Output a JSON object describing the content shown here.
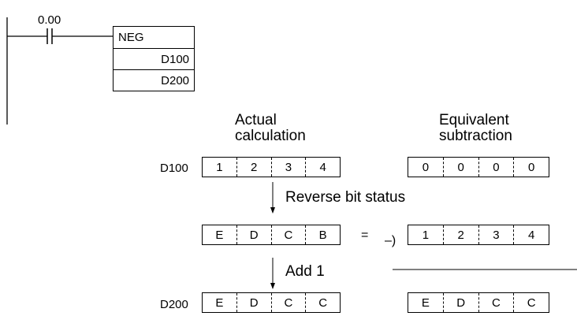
{
  "ladder": {
    "contact_address": "0.00",
    "instruction": "NEG",
    "operands": [
      "D100",
      "D200"
    ]
  },
  "headings": {
    "actual": [
      "Actual",
      "calculation"
    ],
    "equivalent": [
      "Equivalent",
      "subtraction"
    ]
  },
  "rows": {
    "source_label": "D100",
    "source": [
      "1",
      "2",
      "3",
      "4"
    ],
    "step1_label": "Reverse bit status",
    "reversed": [
      "E",
      "D",
      "C",
      "B"
    ],
    "equals": "=",
    "dest_label": "D200",
    "step2_label": "Add 1",
    "result": [
      "E",
      "D",
      "C",
      "C"
    ]
  },
  "equivalent": {
    "minuend": [
      "0",
      "0",
      "0",
      "0"
    ],
    "minus_sign": "–)",
    "subtrahend": [
      "1",
      "2",
      "3",
      "4"
    ],
    "difference": [
      "E",
      "D",
      "C",
      "C"
    ]
  }
}
